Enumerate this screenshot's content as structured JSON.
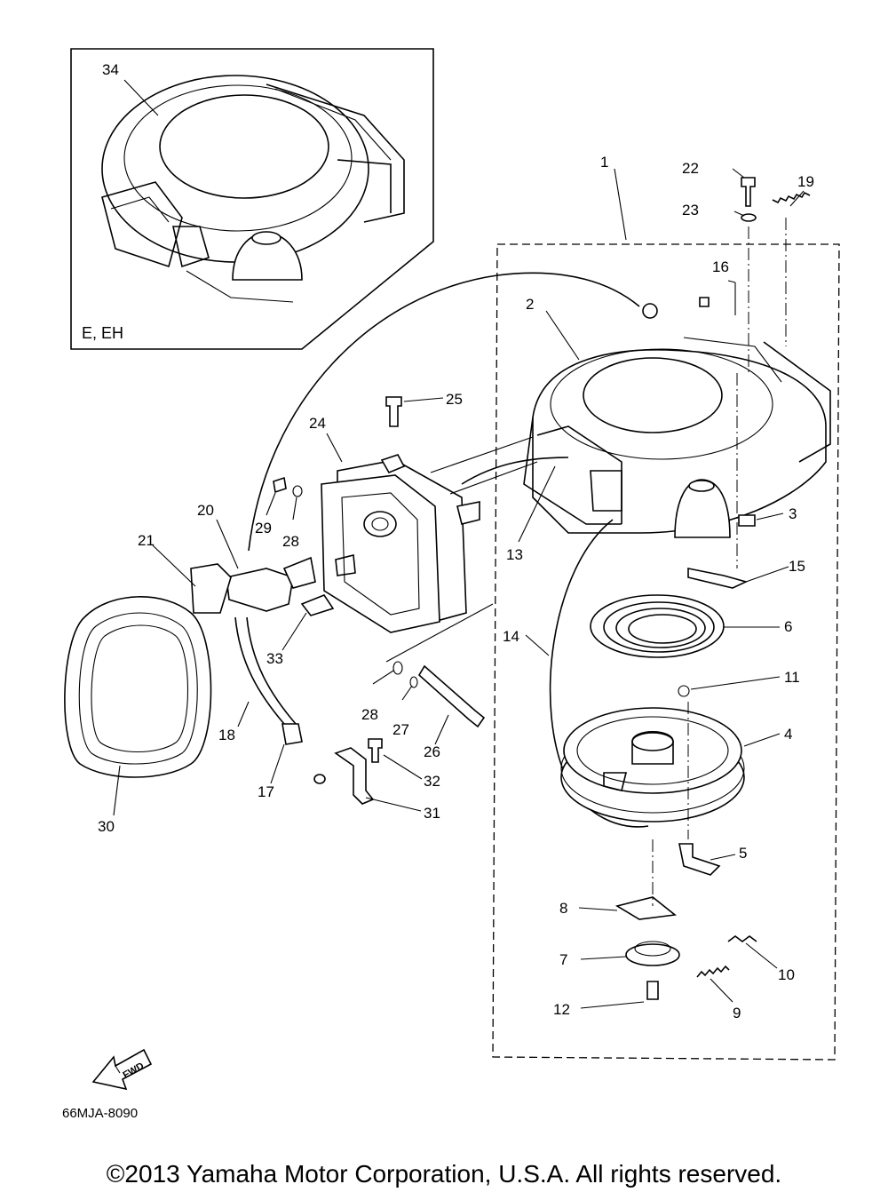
{
  "inset": {
    "variant_label": "E, EH",
    "part_number": "34"
  },
  "part_labels": [
    {
      "id": "1",
      "text": "1"
    },
    {
      "id": "2",
      "text": "2"
    },
    {
      "id": "3",
      "text": "3"
    },
    {
      "id": "4",
      "text": "4"
    },
    {
      "id": "5",
      "text": "5"
    },
    {
      "id": "6",
      "text": "6"
    },
    {
      "id": "7",
      "text": "7"
    },
    {
      "id": "8",
      "text": "8"
    },
    {
      "id": "9",
      "text": "9"
    },
    {
      "id": "10",
      "text": "10"
    },
    {
      "id": "11",
      "text": "11"
    },
    {
      "id": "12",
      "text": "12"
    },
    {
      "id": "13",
      "text": "13"
    },
    {
      "id": "14",
      "text": "14"
    },
    {
      "id": "15",
      "text": "15"
    },
    {
      "id": "16",
      "text": "16"
    },
    {
      "id": "17",
      "text": "17"
    },
    {
      "id": "18",
      "text": "18"
    },
    {
      "id": "19",
      "text": "19"
    },
    {
      "id": "20",
      "text": "20"
    },
    {
      "id": "21",
      "text": "21"
    },
    {
      "id": "22",
      "text": "22"
    },
    {
      "id": "23",
      "text": "23"
    },
    {
      "id": "24",
      "text": "24"
    },
    {
      "id": "25",
      "text": "25"
    },
    {
      "id": "26",
      "text": "26"
    },
    {
      "id": "27",
      "text": "27"
    },
    {
      "id": "28a",
      "text": "28"
    },
    {
      "id": "28b",
      "text": "28"
    },
    {
      "id": "29",
      "text": "29"
    },
    {
      "id": "30",
      "text": "30"
    },
    {
      "id": "31",
      "text": "31"
    },
    {
      "id": "32",
      "text": "32"
    },
    {
      "id": "33",
      "text": "33"
    }
  ],
  "fwd_arrow": "FWD",
  "drawing_code": "66MJA-8090",
  "copyright": "©2013 Yamaha Motor Corporation, U.S.A. All rights reserved."
}
